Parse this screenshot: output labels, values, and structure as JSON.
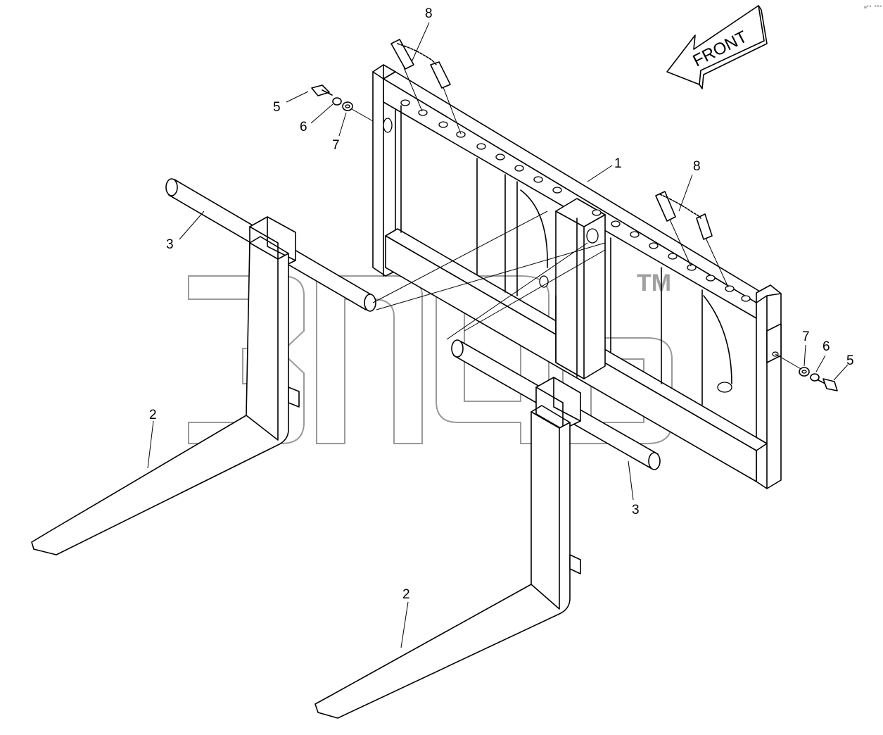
{
  "callouts": {
    "c1": "1",
    "c2a": "2",
    "c2b": "2",
    "c3a": "3",
    "c3b": "3",
    "c5a": "5",
    "c5b": "5",
    "c6a": "6",
    "c6b": "6",
    "c7a": "7",
    "c7b": "7",
    "c8a": "8",
    "c8b": "8"
  },
  "direction_arrow": {
    "label": "FRONT"
  },
  "watermark": {
    "trademark": "TM"
  },
  "corner_code": "ᴍᴱᴰ ᴮᴹᴰ"
}
